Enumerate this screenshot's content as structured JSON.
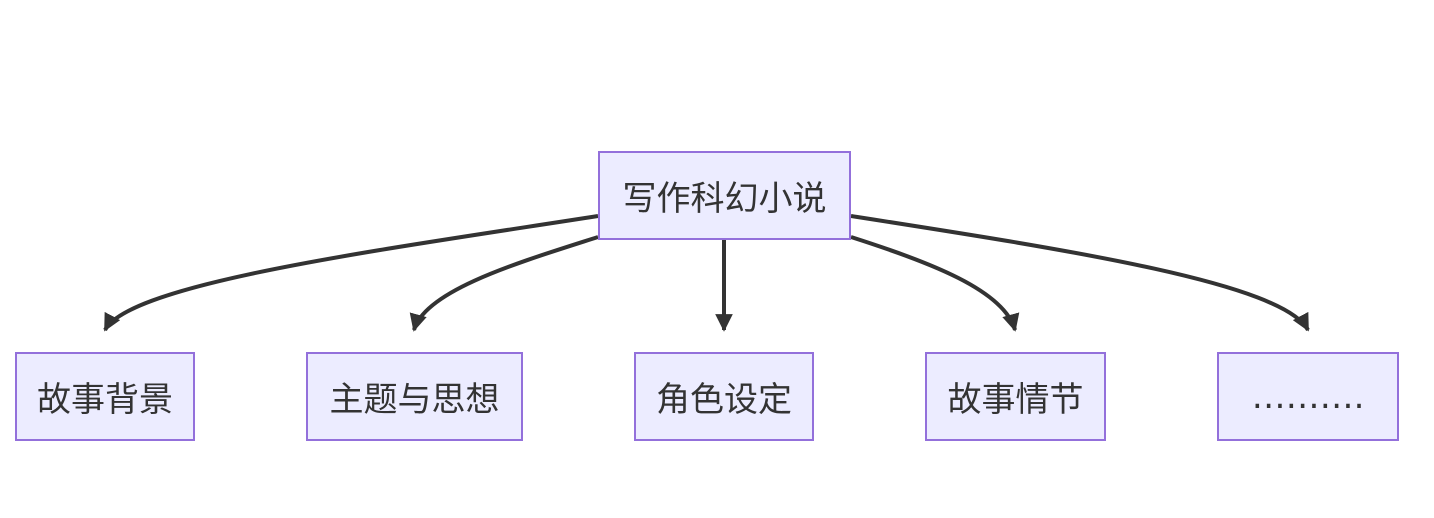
{
  "diagram": {
    "type": "flowchart",
    "direction": "top-down",
    "colors": {
      "node_fill": "#ECECFF",
      "node_border": "#9370DB",
      "edge": "#333333",
      "text": "#333333"
    },
    "root": {
      "label": "写作科幻小说"
    },
    "children": [
      {
        "label": "故事背景"
      },
      {
        "label": "主题与思想"
      },
      {
        "label": "角色设定"
      },
      {
        "label": "故事情节"
      },
      {
        "label": "………."
      }
    ],
    "edges": [
      {
        "from": "写作科幻小说",
        "to": "故事背景"
      },
      {
        "from": "写作科幻小说",
        "to": "主题与思想"
      },
      {
        "from": "写作科幻小说",
        "to": "角色设定"
      },
      {
        "from": "写作科幻小说",
        "to": "故事情节"
      },
      {
        "from": "写作科幻小说",
        "to": "………."
      }
    ]
  }
}
